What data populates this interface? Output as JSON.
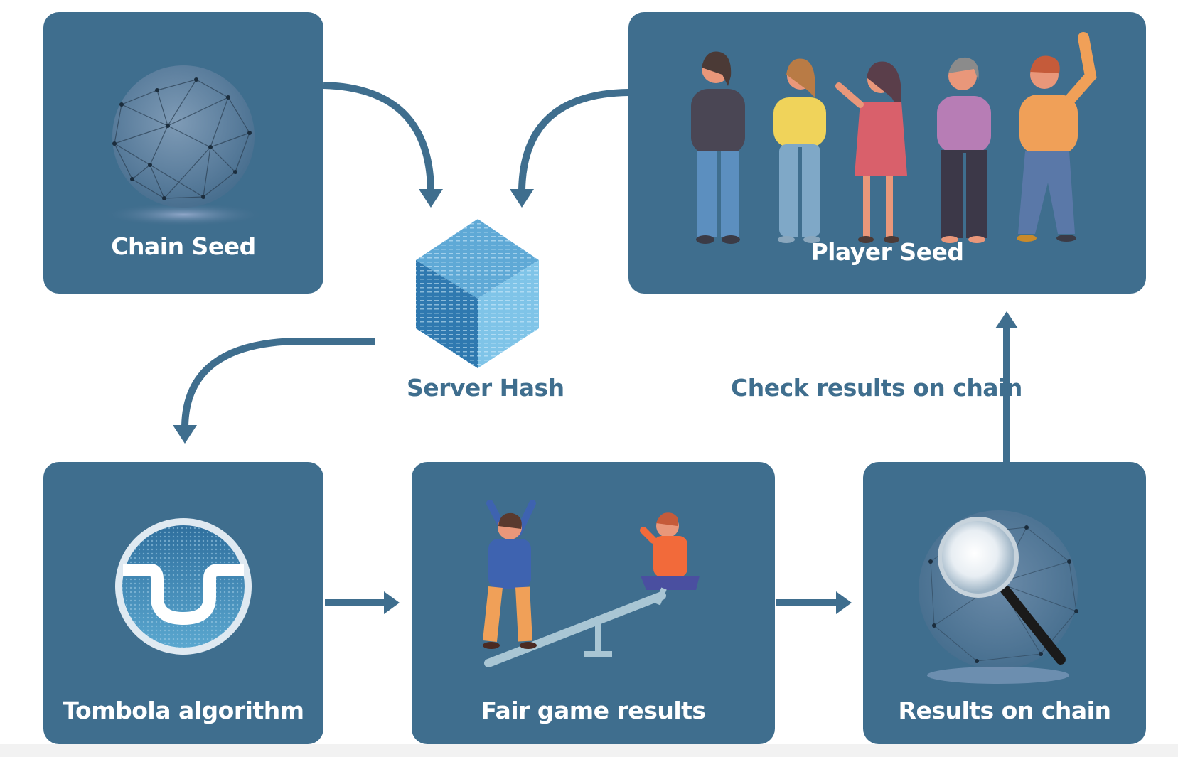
{
  "nodes": {
    "chain_seed": {
      "label": "Chain Seed",
      "icon": "network-sphere-icon"
    },
    "player_seed": {
      "label": "Player Seed",
      "icon": "people-group-icon"
    },
    "server_hash": {
      "label": "Server Hash",
      "icon": "data-cube-icon"
    },
    "tombola": {
      "label": "Tombola algorithm",
      "icon": "tombola-logo-icon"
    },
    "fair_game": {
      "label": "Fair game results",
      "icon": "seesaw-icon"
    },
    "results_chain": {
      "label": "Results on chain",
      "icon": "magnifier-icon"
    }
  },
  "edges": {
    "check_label": "Check results on chain"
  },
  "colors": {
    "box": "#3f6e8e",
    "arrow": "#3f6e8e",
    "label_dark": "#3f6e8e",
    "label_light": "#ffffff",
    "cube_light": "#7fc4e8",
    "cube_dark": "#2f79b0"
  }
}
